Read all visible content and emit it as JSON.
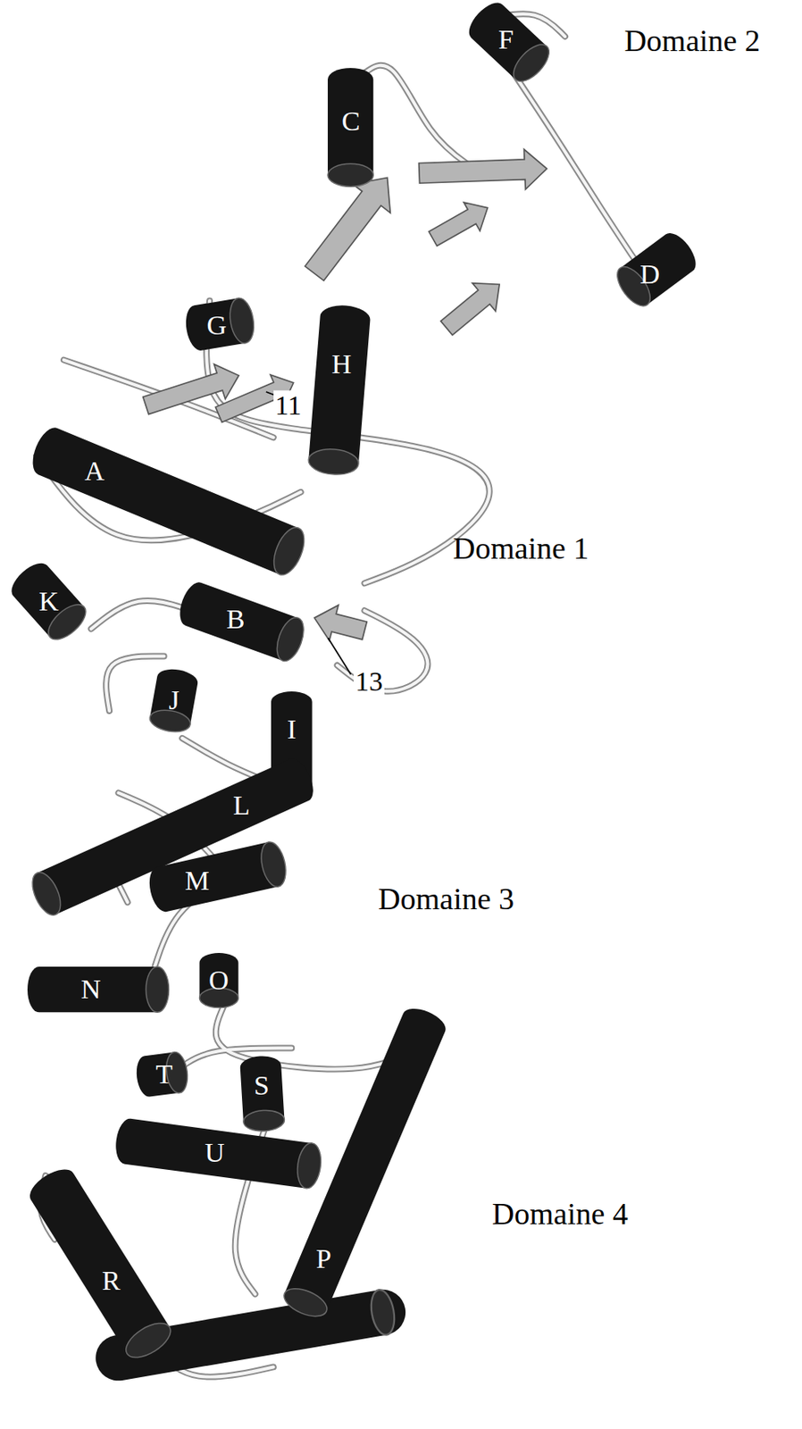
{
  "diagram": {
    "nodes": [
      {
        "text": [
          "F"
        ]
      },
      {
        "text": [
          "C"
        ]
      },
      {
        "text": [
          "D"
        ]
      },
      {
        "text": [
          "G"
        ]
      },
      {
        "text": [
          "H"
        ]
      },
      {
        "text": [
          "A"
        ]
      },
      {
        "text": [
          "K"
        ]
      },
      {
        "text": [
          "B"
        ]
      },
      {
        "text": [
          "J"
        ]
      },
      {
        "text": [
          "I"
        ]
      },
      {
        "text": [
          "L"
        ]
      },
      {
        "text": [
          "M"
        ]
      },
      {
        "text": [
          "N"
        ]
      },
      {
        "text": [
          "O"
        ]
      },
      {
        "text": [
          "T"
        ]
      },
      {
        "text": [
          "S"
        ]
      },
      {
        "text": [
          "U"
        ]
      },
      {
        "text": [
          "R"
        ]
      },
      {
        "text": [
          "P"
        ]
      }
    ],
    "labels": [
      "Domaine 2",
      "11",
      "Domaine 1",
      "13",
      "Domaine 3",
      "Domaine 4"
    ]
  }
}
